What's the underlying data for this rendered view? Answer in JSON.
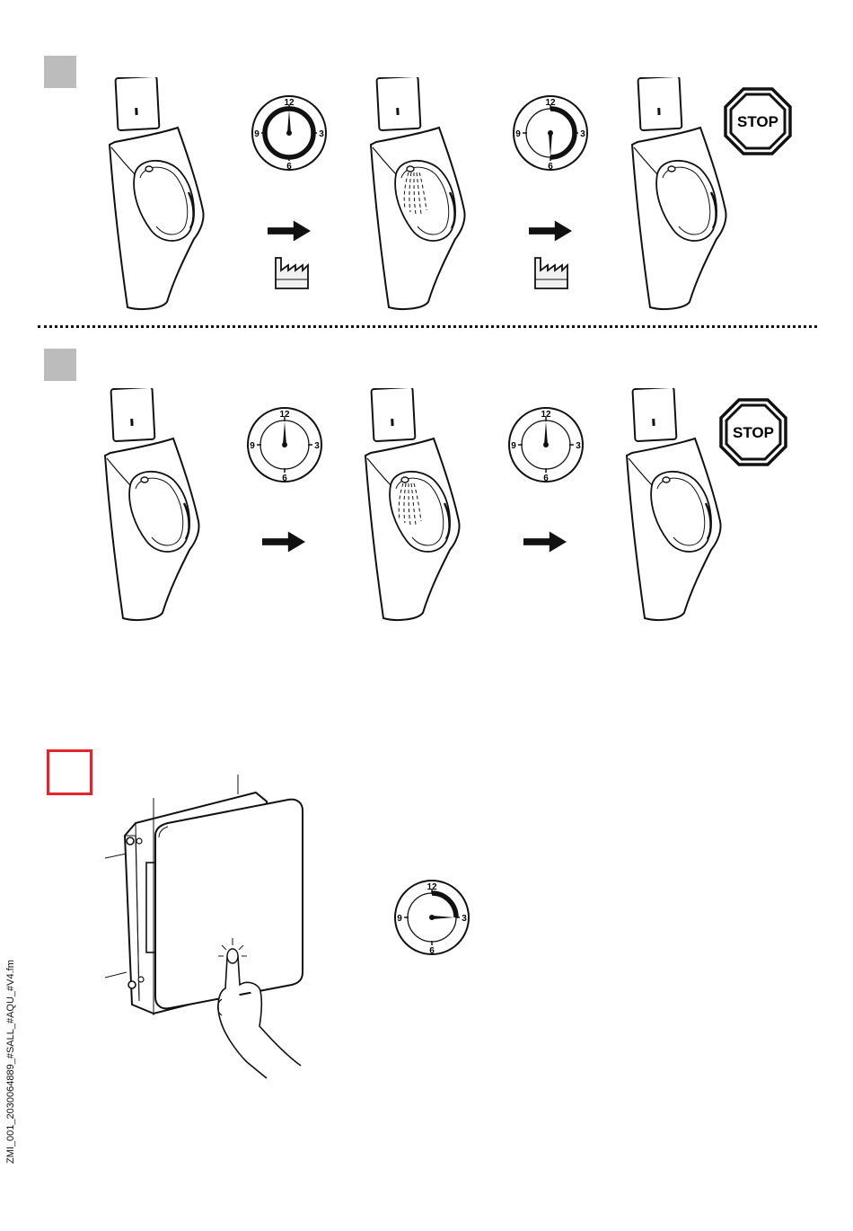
{
  "clock_numbers": {
    "n12": "12",
    "n3": "3",
    "n6": "6",
    "n9": "9"
  },
  "stop_sign_text": "STOP",
  "footer_text": "ZMI_001_2030064889_#SALL_#AQU_#V4.fm",
  "colors": {
    "line": "#111111",
    "grey_box": "#bcbcbc",
    "red_box": "#e3262d"
  },
  "icons": [
    "urinal-icon",
    "sensor-panel-icon",
    "clock-timer-icon",
    "arrow-right-icon",
    "factory-icon",
    "stop-sign-icon",
    "hand-press-icon",
    "wall-box-icon"
  ]
}
